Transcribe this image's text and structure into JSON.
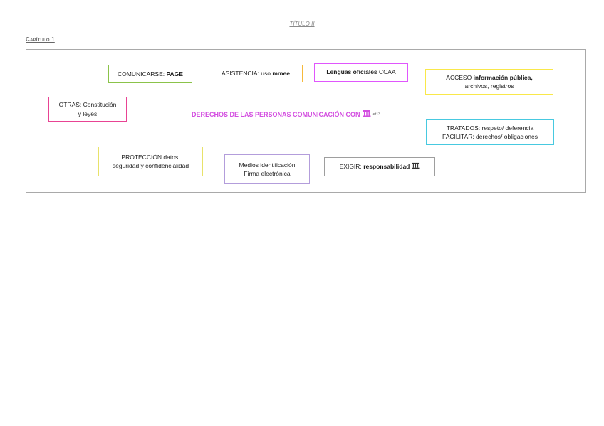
{
  "header": {
    "titulo": "TÍTULO II",
    "capitulo": "Capítulo 1"
  },
  "center": {
    "text": "DERECHOS DE LAS PERSONAS COMUNICACIÓN CON",
    "ref": "art13",
    "icon": "public-building-icon"
  },
  "boxes": {
    "comunicarse": {
      "prefix": "COMUNICARSE: ",
      "bold": "PAGE",
      "color": "#8bc34a"
    },
    "asistencia": {
      "prefix": "ASISTENCIA: uso ",
      "bold": "mmee",
      "color": "#f6b93b"
    },
    "lenguas": {
      "bold": "Lenguas oficiales",
      "suffix": " CCAA",
      "color": "#e056fd"
    },
    "acceso": {
      "prefix": "ACCESO ",
      "bold": "información pública,",
      "line2": "archivos, registros",
      "color": "#f9e84a"
    },
    "otras": {
      "line1": "OTRAS: Constitución",
      "line2": "y leyes",
      "color": "#e84393"
    },
    "tratados": {
      "line1": "TRATADOS: respeto/ deferencia",
      "line2": "FACILITAR: derechos/ obligaciones",
      "color": "#48c9e0"
    },
    "proteccion": {
      "line1": "PROTECCIÓN datos,",
      "line2": "seguridad y confidencialidad",
      "color": "#e8e26a"
    },
    "medios": {
      "line1": "Medios identificación",
      "line2": "Firma electrónica",
      "color": "#b39ddb"
    },
    "exigir": {
      "prefix": "EXIGIR: ",
      "bold": "responsabilidad",
      "icon": "public-building-icon",
      "color": "#9e9e9e"
    }
  }
}
